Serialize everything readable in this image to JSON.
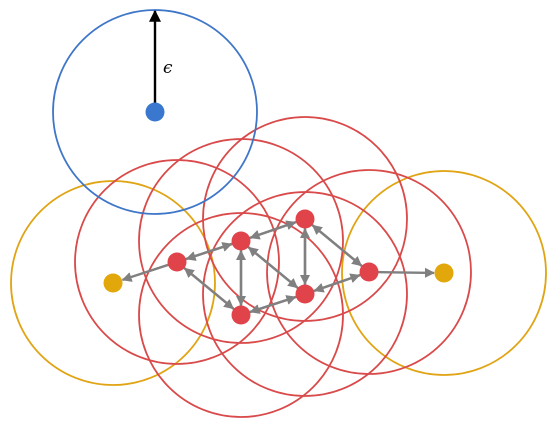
{
  "labels": {
    "epsilon": "ϵ"
  },
  "colors": {
    "core": "#e0444a",
    "core_circle": "#d94a4a",
    "border": "#e2a70a",
    "border_circle": "#e0a414",
    "noise": "#3a78cf",
    "noise_circle": "#3f76c8",
    "arrow": "#808080",
    "epsilon_arrow": "#000000"
  },
  "point_roles": {
    "core": [
      "c1",
      "c2",
      "c3",
      "c4",
      "c5",
      "c6"
    ],
    "border": [
      "b1",
      "b2"
    ],
    "noise": [
      "n1"
    ]
  },
  "density_links": [
    {
      "from": "c1",
      "to": "b1"
    },
    {
      "from": "c1",
      "to": "c2"
    },
    {
      "from": "c2",
      "to": "c1"
    },
    {
      "from": "c1",
      "to": "c3"
    },
    {
      "from": "c3",
      "to": "c1"
    },
    {
      "from": "c2",
      "to": "c3"
    },
    {
      "from": "c3",
      "to": "c2"
    },
    {
      "from": "c2",
      "to": "c4"
    },
    {
      "from": "c4",
      "to": "c2"
    },
    {
      "from": "c2",
      "to": "c5"
    },
    {
      "from": "c5",
      "to": "c2"
    },
    {
      "from": "c3",
      "to": "c5"
    },
    {
      "from": "c5",
      "to": "c3"
    },
    {
      "from": "c4",
      "to": "c5"
    },
    {
      "from": "c5",
      "to": "c4"
    },
    {
      "from": "c4",
      "to": "c6"
    },
    {
      "from": "c6",
      "to": "c4"
    },
    {
      "from": "c5",
      "to": "c6"
    },
    {
      "from": "c6",
      "to": "c5"
    },
    {
      "from": "c6",
      "to": "b2"
    }
  ]
}
